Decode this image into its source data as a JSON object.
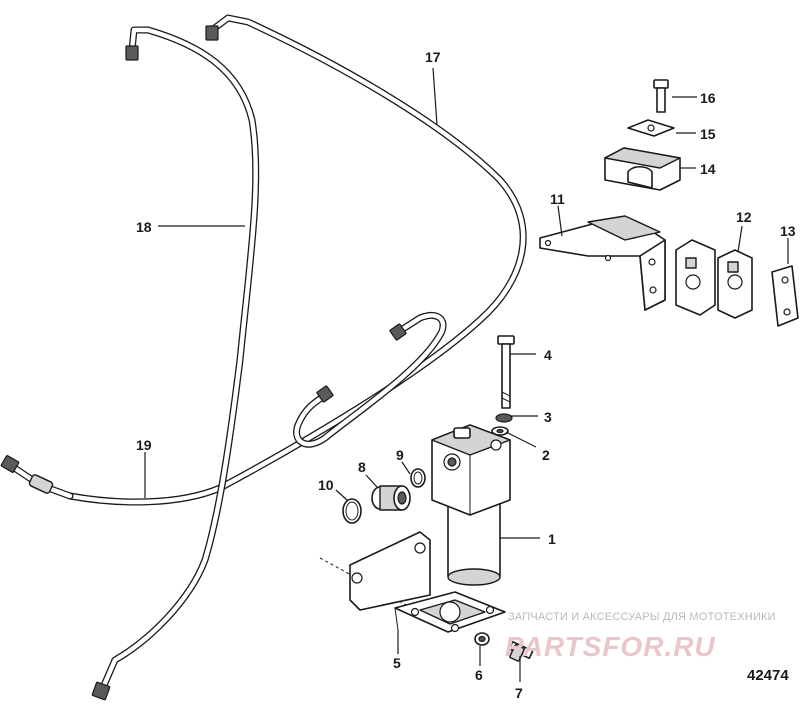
{
  "diagram": {
    "id_label": "42474",
    "callouts": [
      {
        "key": "c1",
        "text": "1"
      },
      {
        "key": "c2",
        "text": "2"
      },
      {
        "key": "c3",
        "text": "3"
      },
      {
        "key": "c4",
        "text": "4"
      },
      {
        "key": "c5",
        "text": "5"
      },
      {
        "key": "c6",
        "text": "6"
      },
      {
        "key": "c7",
        "text": "7"
      },
      {
        "key": "c8",
        "text": "8"
      },
      {
        "key": "c9",
        "text": "9"
      },
      {
        "key": "c10",
        "text": "10"
      },
      {
        "key": "c11",
        "text": "11"
      },
      {
        "key": "c12",
        "text": "12"
      },
      {
        "key": "c13",
        "text": "13"
      },
      {
        "key": "c14",
        "text": "14"
      },
      {
        "key": "c15",
        "text": "15"
      },
      {
        "key": "c16",
        "text": "16"
      },
      {
        "key": "c17",
        "text": "17"
      },
      {
        "key": "c18",
        "text": "18"
      },
      {
        "key": "c19",
        "text": "19"
      }
    ]
  },
  "watermark": {
    "text": "ЗАПЧАСТИ И АКСЕССУАРЫ ДЛЯ МОТОТЕХНИКИ",
    "logo": "PARTSFOR.RU"
  }
}
